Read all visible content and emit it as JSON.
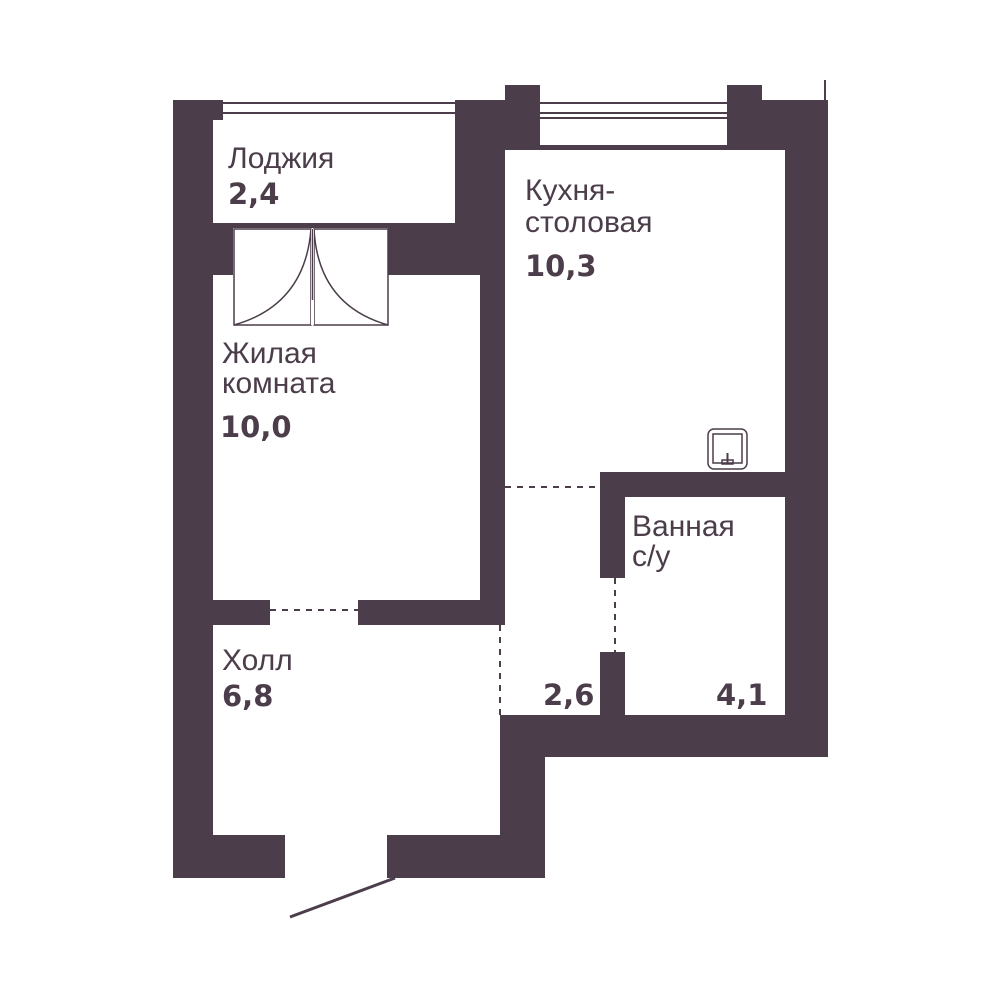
{
  "plan": {
    "wall_color": "#4b3d4a",
    "rooms": [
      {
        "id": "loggia",
        "name_lines": [
          "Лоджия"
        ],
        "area": "2,4"
      },
      {
        "id": "kitchen",
        "name_lines": [
          "Кухня-",
          "столовая"
        ],
        "area": "10,3"
      },
      {
        "id": "living",
        "name_lines": [
          "Жилая",
          "комната"
        ],
        "area": "10,0"
      },
      {
        "id": "bath",
        "name_lines": [
          "Ванная",
          "с/у"
        ],
        "area": "4,1"
      },
      {
        "id": "hall",
        "name_lines": [
          "Холл"
        ],
        "area": "6,8"
      },
      {
        "id": "corridor",
        "name_lines": [],
        "area": "2,6"
      }
    ]
  }
}
